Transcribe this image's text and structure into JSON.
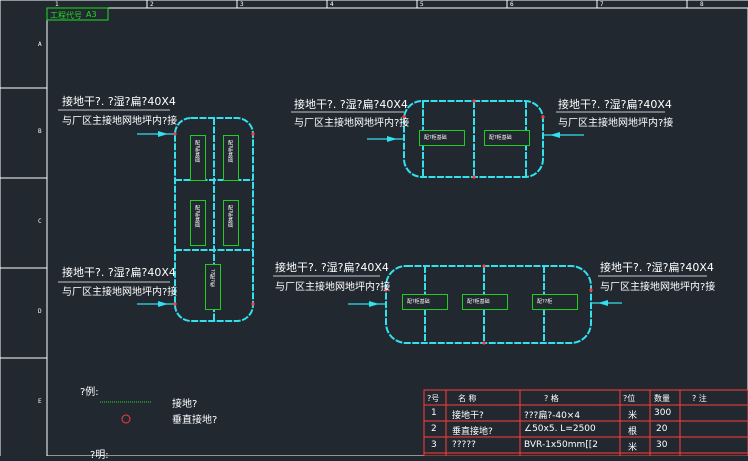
{
  "title_block": {
    "label": "工程代号",
    "size": "A3"
  },
  "columns": [
    "1",
    "2",
    "3",
    "4",
    "5",
    "6",
    "7",
    "8"
  ],
  "rows": [
    "A",
    "B",
    "C",
    "D",
    "E"
  ],
  "annotations": {
    "top_left": {
      "line1": "接地干?. ?湿?扁?40X4",
      "line2": "与厂区主接地网地坪内?接"
    },
    "mid_left": {
      "line1": "接地干?. ?湿?扁?40X4",
      "line2": "与厂区主接地网地坪内?接"
    },
    "top_mid": {
      "line1": "接地干?. ?湿?扁?40X4",
      "line2": "与厂区主接地网地坪内?接"
    },
    "top_right": {
      "line1": "接地干?. ?湿?扁?40X4",
      "line2": "与厂区主接地网地坪内?接"
    },
    "bot_mid": {
      "line1": "接地干?. ?湿?扁?40X4",
      "line2": "与厂区主接地网地坪内?接"
    },
    "bot_right": {
      "line1": "接地干?. ?湿?扁?40X4",
      "line2": "与厂区主接地网地坪内?接"
    }
  },
  "equipment": {
    "left_1": "配?柜基础",
    "left_2": "配?柜基础",
    "left_3": "配?柜基础",
    "left_4": "配?柜基础",
    "left_5": "??配?柜",
    "top_1": "配?柜基础",
    "top_2": "配?柜基础",
    "bot_1": "配?柜基础",
    "bot_2": "配?柜基础",
    "bot_3": "配??柜"
  },
  "legend": {
    "title": "?例:",
    "item1": "接地?",
    "item2": "垂直接地?",
    "footer": "?明:"
  },
  "table": {
    "headers": [
      "?号",
      "名   称",
      "?      格",
      "?位",
      "数量",
      "?      注"
    ],
    "rows": [
      [
        "1",
        "接地干?",
        "???扁?-40×4",
        "米",
        "300",
        ""
      ],
      [
        "2",
        "垂直接地?",
        "∠50x5. L=2500",
        "根",
        "20",
        ""
      ],
      [
        "3",
        "?????",
        "BVR-1x50mm[[2",
        "米",
        "30",
        ""
      ]
    ]
  },
  "colors": {
    "background": "#212830",
    "frame": "#ffffff",
    "ground_line": "#33e0ee",
    "box_border": "#22cc22",
    "marker": "#ff3b3b"
  }
}
